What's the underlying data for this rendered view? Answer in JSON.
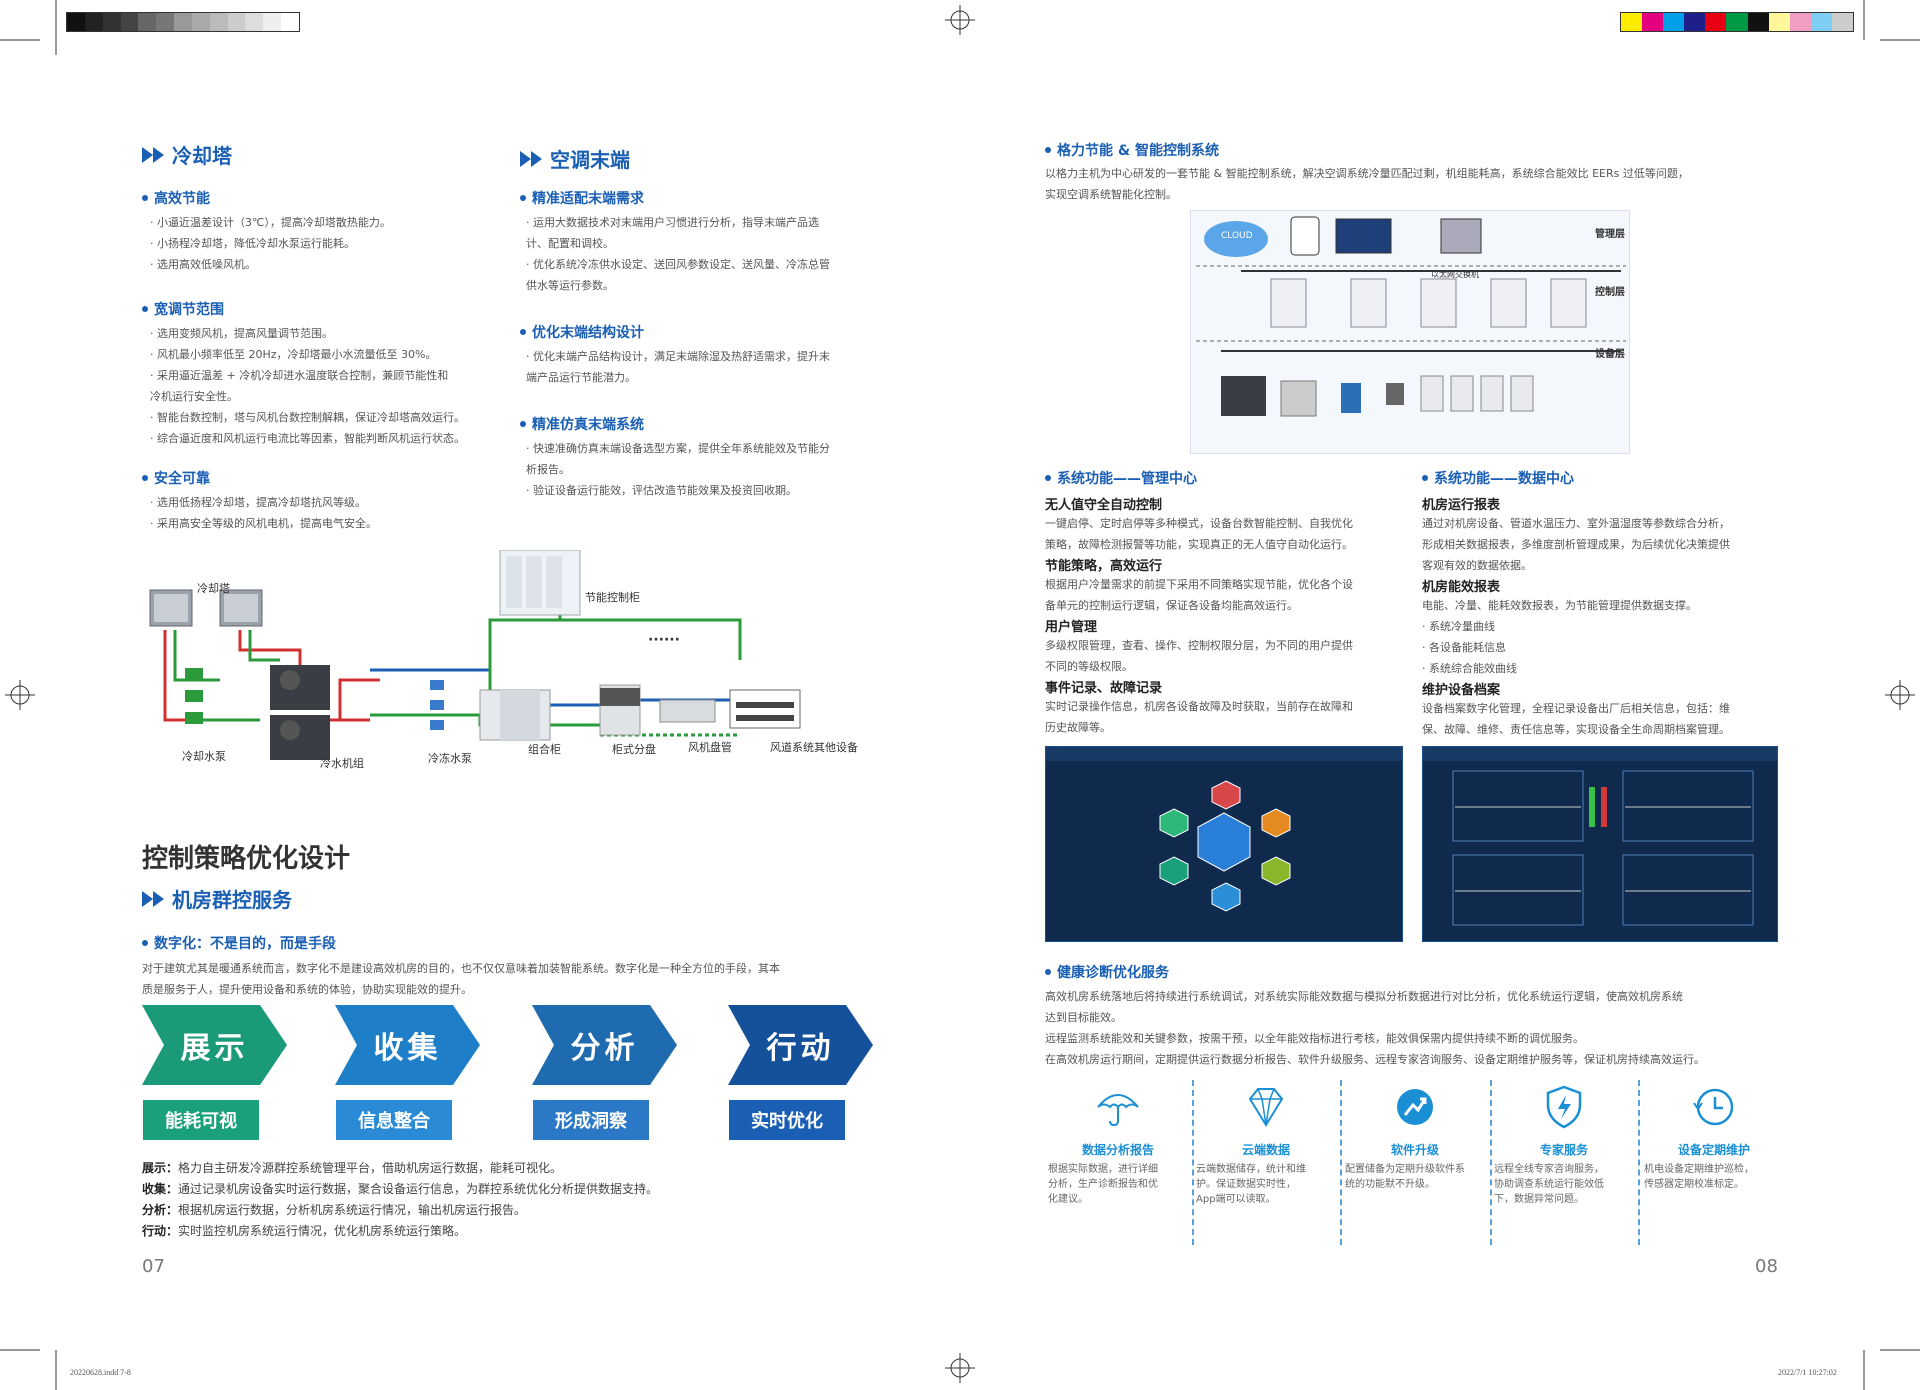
{
  "cooling_tower": {
    "title": "冷却塔",
    "s1": {
      "title": "高效节能",
      "items": [
        "· 小逼近温差设计（3℃），提高冷却塔散热能力。",
        "· 小扬程冷却塔，降低冷却水泵运行能耗。",
        "· 选用高效低噪风机。"
      ]
    },
    "s2": {
      "title": "宽调节范围",
      "items": [
        "· 选用变频风机，提高风量调节范围。",
        "· 风机最小频率低至 20Hz，冷却塔最小水流量低至 30%。",
        "· 采用逼近温差 + 冷机冷却进水温度联合控制，兼顾节能性和",
        "冷机运行安全性。",
        "· 智能台数控制，塔与风机台数控制解耦，保证冷却塔高效运行。",
        "· 综合逼近度和风机运行电流比等因素，智能判断风机运行状态。"
      ]
    },
    "s3": {
      "title": "安全可靠",
      "items": [
        "· 选用低扬程冷却塔，提高冷却塔抗风等级。",
        "· 采用高安全等级的风机电机，提高电气安全。"
      ]
    }
  },
  "ac_terminal": {
    "title": "空调末端",
    "s1": {
      "title": "精准适配末端需求",
      "items": [
        "· 运用大数据技术对末端用户习惯进行分析，指导末端产品选",
        "计、配置和调校。",
        "· 优化系统冷冻供水设定、送回风参数设定、送风量、冷冻总管",
        "供水等运行参数。"
      ]
    },
    "s2": {
      "title": "优化末端结构设计",
      "items": [
        "· 优化末端产品结构设计，满足末端除湿及热舒适需求，提升末",
        "端产品运行节能潜力。"
      ]
    },
    "s3": {
      "title": "精准仿真末端系统",
      "items": [
        "· 快速准确仿真末端设备选型方案，提供全年系统能效及节能分",
        "析报告。",
        "· 验证设备运行能效，评估改造节能效果及投资回收期。"
      ]
    }
  },
  "diagram": {
    "labels": {
      "tower": "冷却塔",
      "cabinet": "节能控制柜",
      "dots": "······",
      "cool_pump": "冷却水泵",
      "chiller": "冷水机组",
      "chw_pump": "冷冻水泵",
      "ahu": "组合柜",
      "split": "柜式分盘",
      "fcu": "风机盘管",
      "other": "风道系统其他设备"
    }
  },
  "strategy": {
    "title": "控制策略优化设计",
    "service": "机房群控服务",
    "digital": {
      "title": "数字化：不是目的，而是手段",
      "text": [
        "对于建筑尤其是暖通系统而言，数字化不是建设高效机房的目的，也不仅仅意味着加装智能系统。数字化是一种全方位的手段，其本",
        "质是服务于人，提升使用设备和系统的体验，协助实现能效的提升。"
      ]
    },
    "flow": [
      {
        "label": "展示",
        "tag": "能耗可视"
      },
      {
        "label": "收集",
        "tag": "信息整合"
      },
      {
        "label": "分析",
        "tag": "形成洞察"
      },
      {
        "label": "行动",
        "tag": "实时优化"
      }
    ],
    "defs": [
      {
        "k": "展示：",
        "v": "格力自主研发冷源群控系统管理平台，借助机房运行数据，能耗可视化。"
      },
      {
        "k": "收集：",
        "v": "通过记录机房设备实时运行数据，聚合设备运行信息，为群控系统优化分析提供数据支持。"
      },
      {
        "k": "分析：",
        "v": "根据机房运行数据，分析机房系统运行情况，输出机房运行报告。"
      },
      {
        "k": "行动：",
        "v": "实时监控机房系统运行情况，优化机房系统运行策略。"
      }
    ]
  },
  "page_left": "07",
  "page_right": "08",
  "gree_system": {
    "title": "格力节能 & 智能控制系统",
    "text": [
      "以格力主机为中心研发的一套节能 & 智能控制系统，解决空调系统冷量匹配过剩，机组能耗高，系统综合能效比 EERs 过低等问题，",
      "实现空调系统智能化控制。"
    ],
    "layers": [
      "管理层",
      "控制层",
      "设备层"
    ],
    "cloud": "CLOUD",
    "bus": "以太网交换机"
  },
  "mgmt_center": {
    "title": "系统功能——管理中心",
    "items": [
      {
        "h": "无人值守全自动控制",
        "t": [
          "一键启停、定时启停等多种模式，设备台数智能控制、自我优化",
          "策略，故障检测报警等功能，实现真正的无人值守自动化运行。"
        ]
      },
      {
        "h": "节能策略，高效运行",
        "t": [
          "根据用户冷量需求的前提下采用不同策略实现节能，优化各个设",
          "备单元的控制运行逻辑，保证各设备均能高效运行。"
        ]
      },
      {
        "h": "用户管理",
        "t": [
          "多级权限管理，查看、操作、控制权限分层，为不同的用户提供",
          "不同的等级权限。"
        ]
      },
      {
        "h": "事件记录、故障记录",
        "t": [
          "实时记录操作信息，机房各设备故障及时获取，当前存在故障和",
          "历史故障等。"
        ]
      }
    ]
  },
  "data_center": {
    "title": "系统功能——数据中心",
    "items": [
      {
        "h": "机房运行报表",
        "t": [
          "通过对机房设备、管道水温压力、室外温湿度等参数综合分析，",
          "形成相关数据报表，多维度剖析管理成果，为后续优化决策提供",
          "客观有效的数据依据。"
        ]
      },
      {
        "h": "机房能效报表",
        "t": [
          "电能、冷量、能耗效数报表，为节能管理提供数据支撑。",
          "· 系统冷量曲线",
          "· 各设备能耗信息",
          "· 系统综合能效曲线"
        ]
      },
      {
        "h": "维护设备档案",
        "t": [
          "设备档案数字化管理，全程记录设备出厂后相关信息，包括：维",
          "保、故障、维修、责任信息等，实现设备全生命周期档案管理。"
        ]
      }
    ]
  },
  "health": {
    "title": "健康诊断优化服务",
    "text": [
      "高效机房系统落地后将持续进行系统调试，对系统实际能效数据与模拟分析数据进行对比分析，优化系统运行逻辑，使高效机房系统",
      "达到目标能效。",
      "远程监测系统能效和关键参数，按需干预，以全年能效指标进行考核，能效俱保需内提供持续不断的调优服务。",
      "在高效机房运行期间，定期提供运行数据分析报告、软件升级服务、远程专家咨询服务、设备定期维护服务等，保证机房持续高效运行。"
    ]
  },
  "services": [
    {
      "icon": "umbrella-icon",
      "title": "数据分析报告",
      "desc": [
        "根据实际数据，进行详细",
        "分析，生产诊断报告和优",
        "化建议。"
      ]
    },
    {
      "icon": "diamond-icon",
      "title": "云端数据",
      "desc": [
        "云端数据储存，统计和维",
        "护。保证数据实时性，",
        "App端可以读取。"
      ]
    },
    {
      "icon": "upgrade-icon",
      "title": "软件升级",
      "desc": [
        "配置储备为定期升级软件系",
        "统的功能默不升级。"
      ]
    },
    {
      "icon": "shield-icon",
      "title": "专家服务",
      "desc": [
        "远程全线专家咨询服务，",
        "协助调查系统运行能效低",
        "下，数据异常问题。"
      ]
    },
    {
      "icon": "clock-icon",
      "title": "设备定期维护",
      "desc": [
        "机电设备定期维护巡检，",
        "传感器定期校准标定。"
      ]
    }
  ],
  "colors": {
    "blue": "#1a5fb4",
    "flow1": "#1a9a78",
    "flow2": "#1e7fc8",
    "flow3": "#1e6bb0",
    "flow4": "#15509a",
    "tag1": "#1aa07a",
    "tag2": "#2b8ad6",
    "tag3": "#2a78c6",
    "tag4": "#1a5fb4"
  },
  "footer": {
    "left": "20220628.indd 7-8",
    "right": "2022/7/1 10:27:02"
  }
}
